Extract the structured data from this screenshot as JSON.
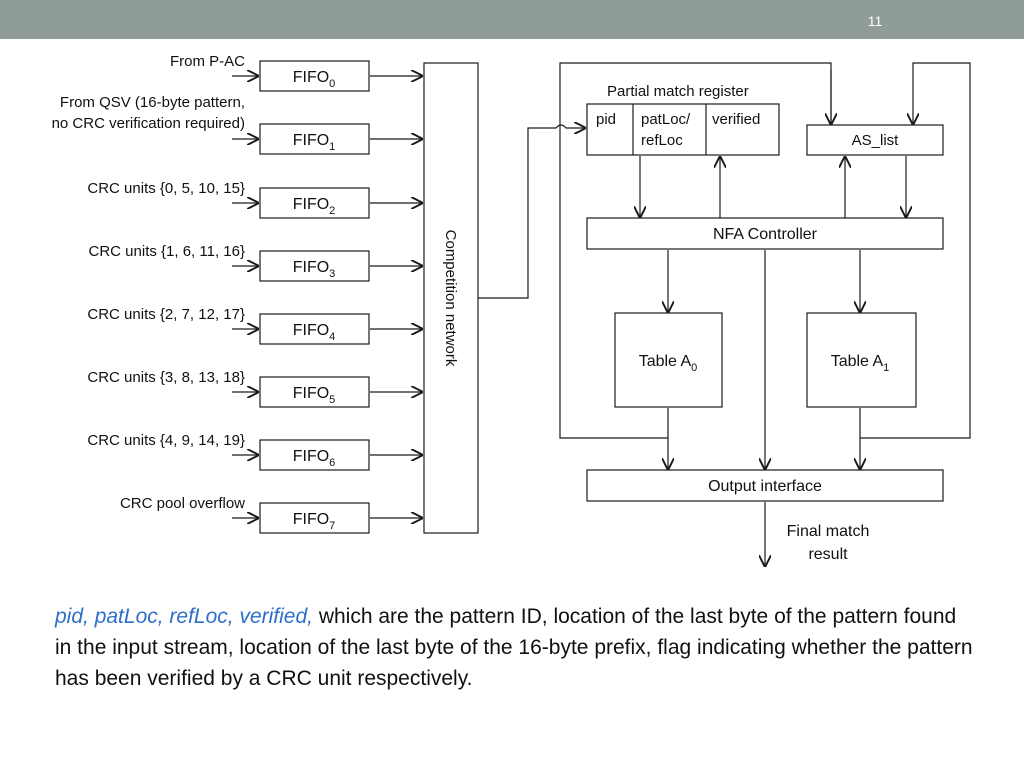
{
  "slide": {
    "number": "11"
  },
  "colors": {
    "header_bar": "#8f9c97",
    "accent_terms": "#2e6fc9",
    "line": "#1a1a1a"
  },
  "inputs": [
    {
      "label_lines": [
        "From P-AC"
      ],
      "fifo": "FIFO",
      "sub": "0"
    },
    {
      "label_lines": [
        "From QSV (16-byte pattern,",
        "no CRC verification required)"
      ],
      "fifo": "FIFO",
      "sub": "1"
    },
    {
      "label_lines": [
        "CRC units {0, 5, 10, 15}"
      ],
      "fifo": "FIFO",
      "sub": "2"
    },
    {
      "label_lines": [
        "CRC units {1, 6, 11, 16}"
      ],
      "fifo": "FIFO",
      "sub": "3"
    },
    {
      "label_lines": [
        "CRC units {2, 7, 12, 17}"
      ],
      "fifo": "FIFO",
      "sub": "4"
    },
    {
      "label_lines": [
        "CRC units {3, 8, 13, 18}"
      ],
      "fifo": "FIFO",
      "sub": "5"
    },
    {
      "label_lines": [
        "CRC units {4, 9, 14, 19}"
      ],
      "fifo": "FIFO",
      "sub": "6"
    },
    {
      "label_lines": [
        "CRC pool overflow"
      ],
      "fifo": "FIFO",
      "sub": "7"
    }
  ],
  "competition_network": "Competition network",
  "partial_match_register": {
    "title": "Partial match register",
    "cells": [
      [
        "pid"
      ],
      [
        "patLoc/",
        "refLoc"
      ],
      [
        "verified"
      ]
    ]
  },
  "as_list": "AS_list",
  "nfa_controller": "NFA Controller",
  "table_a0": {
    "name": "Table A",
    "sub": "0"
  },
  "table_a1": {
    "name": "Table A",
    "sub": "1"
  },
  "output_interface": "Output interface",
  "final_match": [
    "Final match",
    "result"
  ],
  "caption": {
    "terms": "pid, patLoc, refLoc, verified,",
    "text": " which are the pattern ID, location of the last byte of the pattern found in the input stream, location of the last byte of the 16-byte prefix, flag indicating whether the pattern has been verified by a CRC unit respectively."
  }
}
